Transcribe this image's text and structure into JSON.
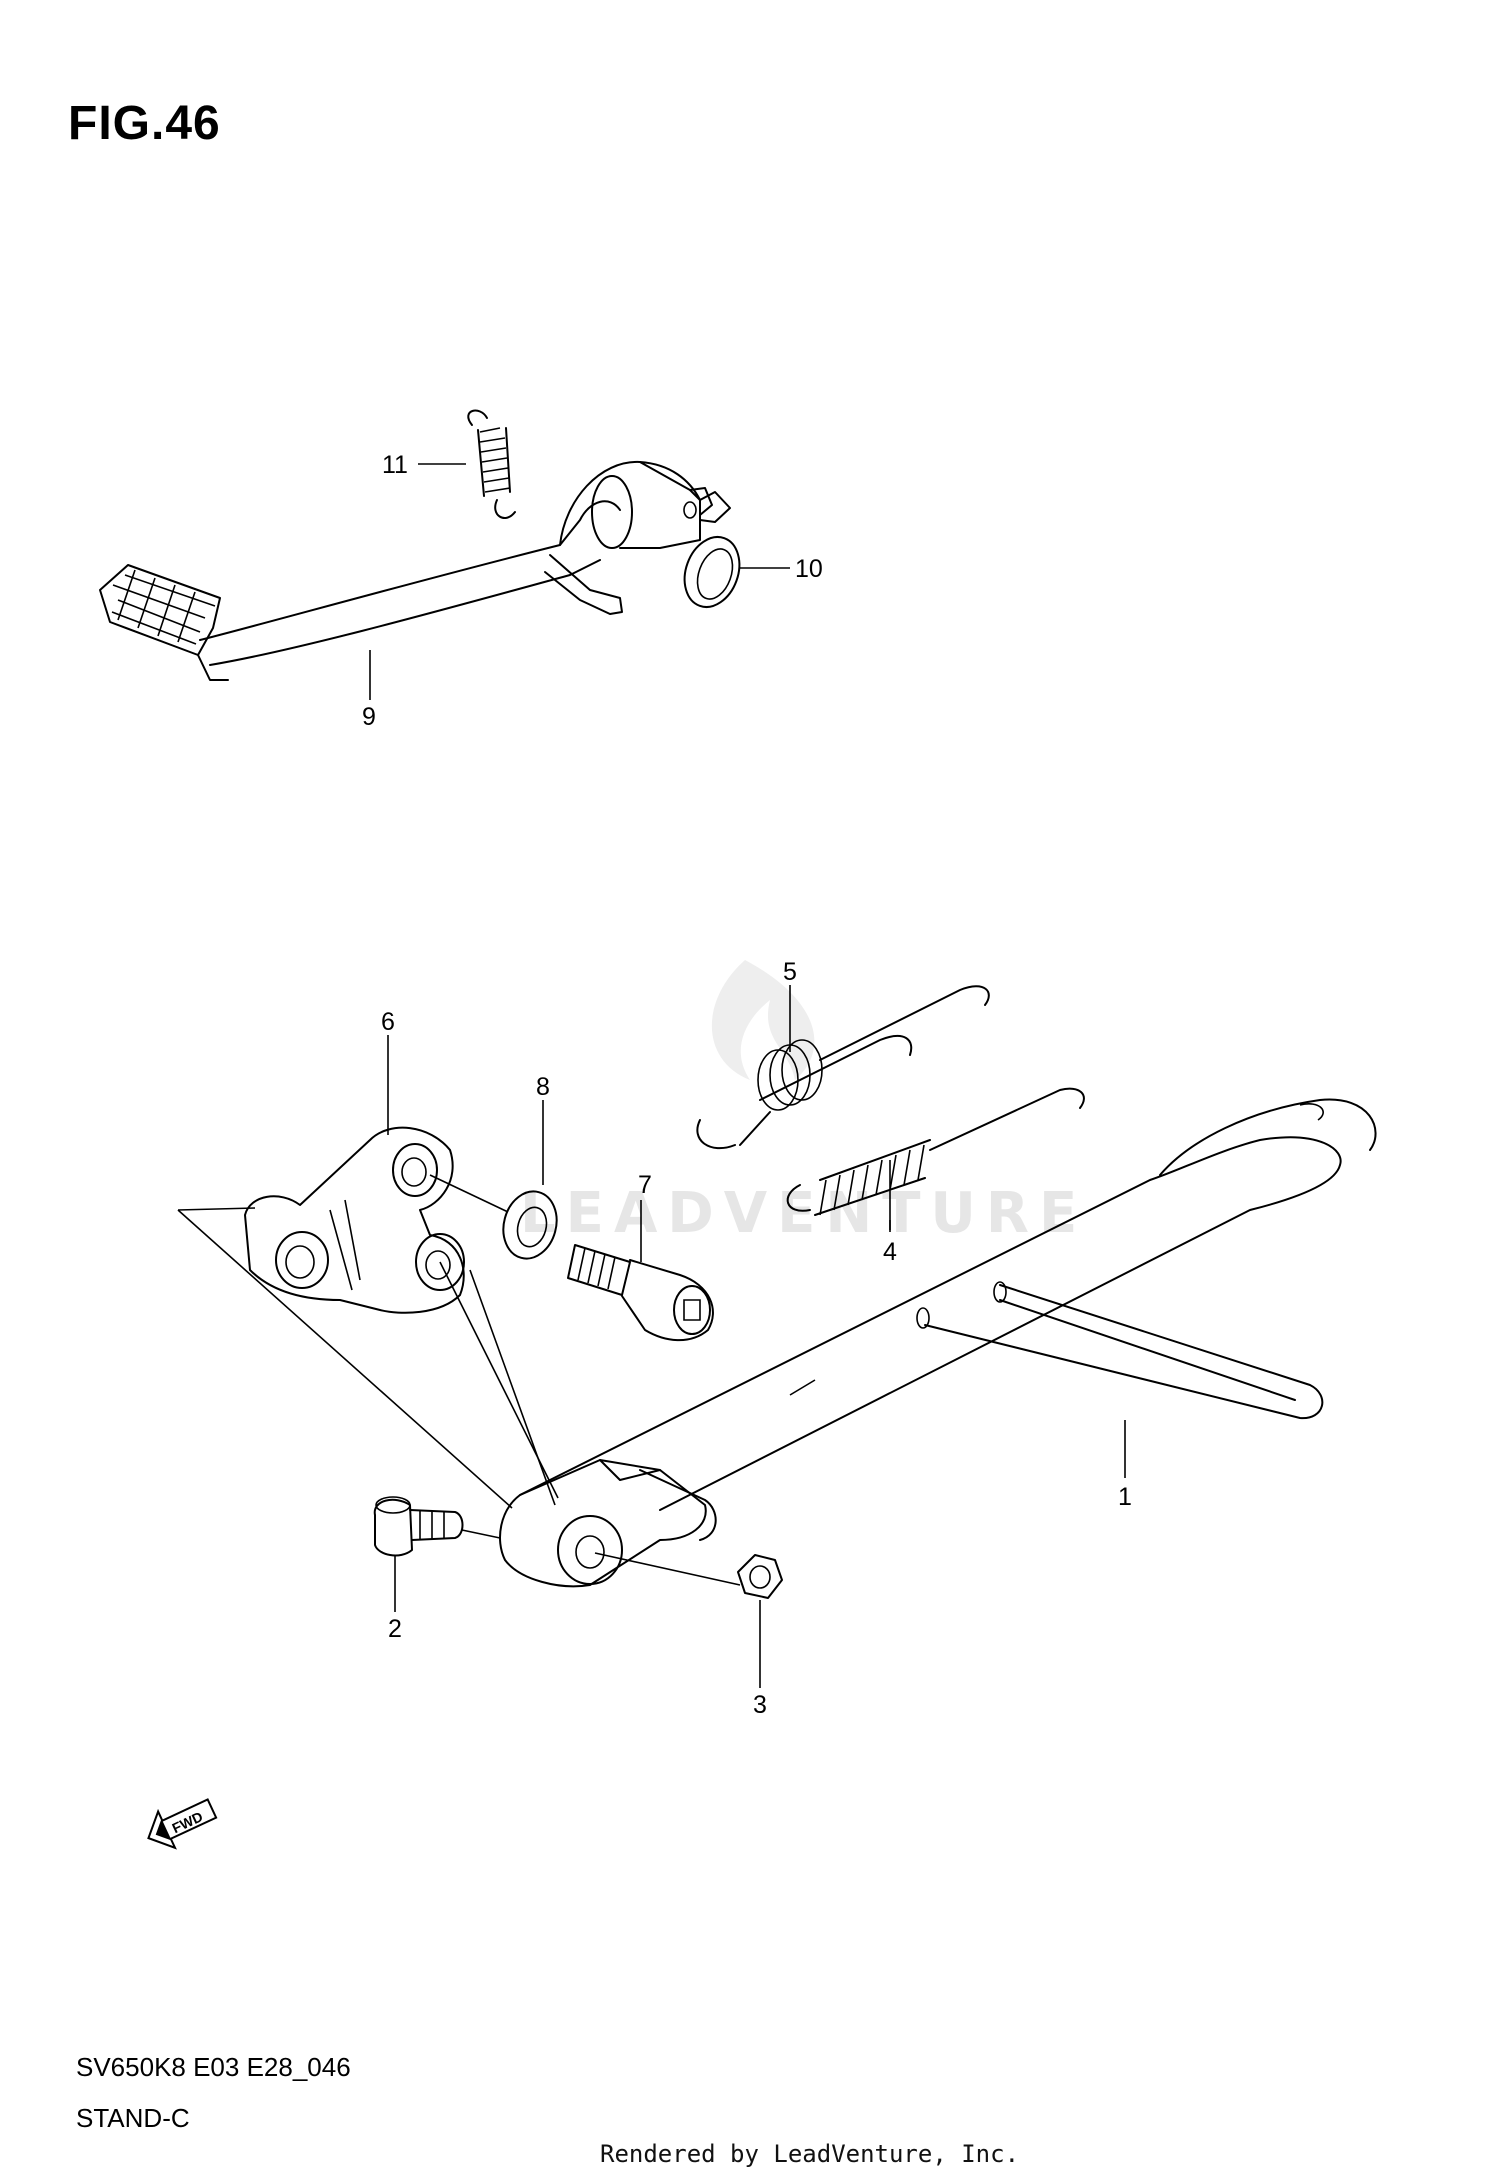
{
  "figure": {
    "title": "FIG.46",
    "diagram_code": "SV650K8 E03 E28_046",
    "diagram_name": "STAND-C",
    "rendered_by": "Rendered by LeadVenture, Inc.",
    "watermark": "LEADVENTURE"
  },
  "callouts": [
    {
      "id": "1",
      "part": "side stand"
    },
    {
      "id": "2",
      "part": "pivot bolt"
    },
    {
      "id": "3",
      "part": "nut"
    },
    {
      "id": "4",
      "part": "spring"
    },
    {
      "id": "5",
      "part": "spring"
    },
    {
      "id": "6",
      "part": "bracket"
    },
    {
      "id": "7",
      "part": "bolt"
    },
    {
      "id": "8",
      "part": "washer"
    },
    {
      "id": "9",
      "part": "brake pedal"
    },
    {
      "id": "10",
      "part": "washer"
    },
    {
      "id": "11",
      "part": "spring"
    }
  ],
  "fwd_label": "FWD"
}
